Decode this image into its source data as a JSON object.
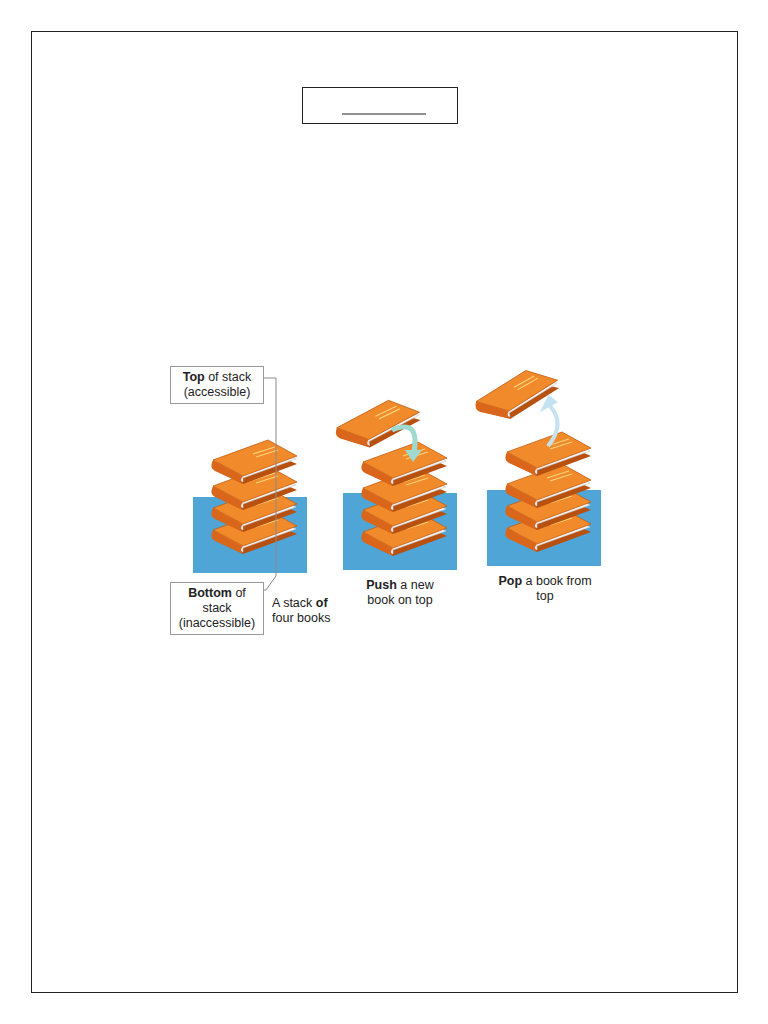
{
  "diagram": {
    "nodes": [
      {
        "text": [
          "Top of stack (accessible)"
        ]
      },
      {
        "text": [
          "Bottom of stack (inaccessible)"
        ]
      }
    ],
    "labels": [
      "A stack of four books",
      "Push a new book on top",
      "Pop a book from top"
    ]
  }
}
